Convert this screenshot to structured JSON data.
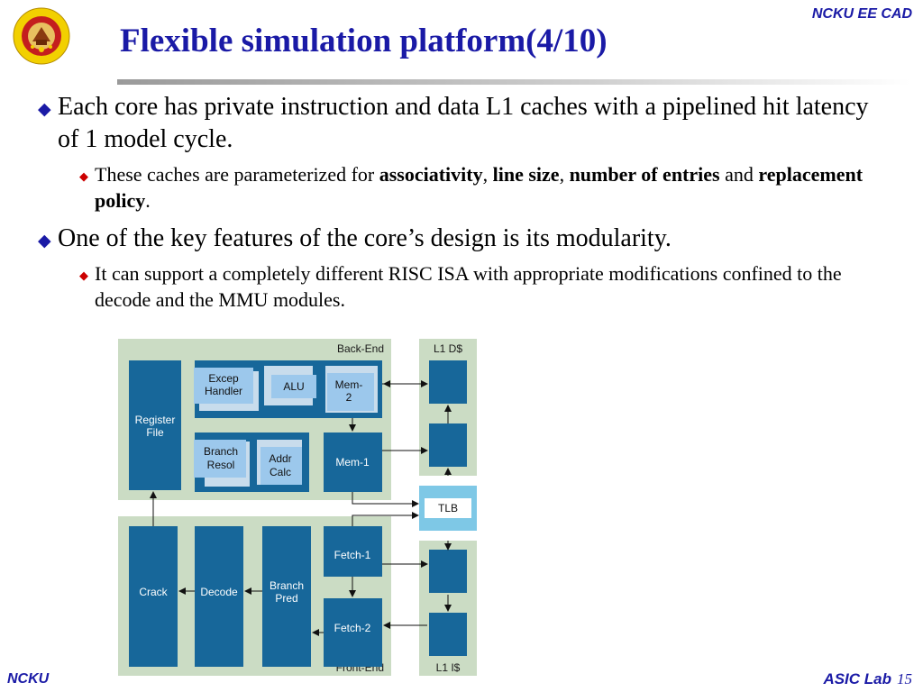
{
  "header": {
    "org": "NCKU EE CAD",
    "title": "Flexible simulation platform(4/10)"
  },
  "bullets": [
    {
      "text": "Each core has private instruction and data L1 caches with a pipelined hit latency of 1 model cycle.",
      "sub": [
        {
          "p1": "These caches are parameterized for ",
          "k1": "associativity",
          "s1": ", ",
          "k2": "line size",
          "s2": ", ",
          "k3": "number of entries",
          "s3": " and ",
          "k4": "replacement policy",
          "s4": "."
        }
      ]
    },
    {
      "text": "One of the key features of the core’s design is its modularity.",
      "sub": [
        {
          "p1": "It can support a completely different RISC ISA with appropriate modifications confined to the decode and the MMU modules."
        }
      ]
    }
  ],
  "diagram": {
    "back_end": "Back-End",
    "front_end": "Front-End",
    "l1d": "L1 D$",
    "l1i": "L1 I$",
    "tlb": "TLB",
    "register_file": [
      "Register",
      "File"
    ],
    "excep_handler": [
      "Excep",
      "Handler"
    ],
    "alu": "ALU",
    "mem2": [
      "Mem-",
      "2"
    ],
    "branch_resol": [
      "Branch",
      "Resol"
    ],
    "addr_calc": [
      "Addr",
      "Calc"
    ],
    "mem1": "Mem-1",
    "crack": "Crack",
    "decode": "Decode",
    "branch_pred": [
      "Branch",
      "Pred"
    ],
    "fetch1": "Fetch-1",
    "fetch2": "Fetch-2"
  },
  "footer": {
    "left": "NCKU",
    "right": "ASIC Lab",
    "page": "15"
  },
  "colors": {
    "title_blue": "#1a1aa6",
    "bullet_red": "#cc0000",
    "block_blue": "#17679a",
    "light_blue": "#9cc8ec",
    "panel_green": "#cbdcc4",
    "tlb_cyan": "#7ec8e6"
  }
}
